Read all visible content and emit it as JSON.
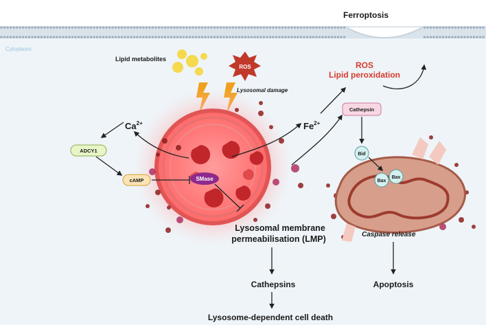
{
  "labels": {
    "ferroptosis": "Ferroptosis",
    "cytoplasm": "Cytoplasm",
    "lipid_metabolites": "Lipid metabolites",
    "ros_burst": "ROS",
    "lysosomal_damage": "Lysosomal damage",
    "ros_heading": "ROS",
    "lipid_peroxidation": "Lipid peroxidation",
    "fe": "Fe",
    "fe_sup": "2+",
    "ca": "Ca",
    "ca_sup": "2+",
    "adcy1": "ADCY1",
    "camp": "cAMP",
    "smase": "SMase",
    "cathepsin_box": "Cathepsin",
    "bid": "Bid",
    "bax_left": "Bax",
    "bax_right": "Bax",
    "lmp_line1": "Lysosomal membrane",
    "lmp_line2": "permeabilisation (LMP)",
    "caspase_release": "Caspase release",
    "cathepsins": "Cathepsins",
    "apoptosis": "Apoptosis",
    "lysosome_death": "Lysosome-dependent cell death"
  },
  "colors": {
    "membrane": "#c7d3dd",
    "cytoplasm": "#eef4f8",
    "lysosome_ring": "#d9534f",
    "lysosome_glow": "#ff8a8a",
    "ros_text": "#d63a2c",
    "lipid_droplet": "#f5d94e",
    "lightning": "#f0a020",
    "smase": "#8e2a8e",
    "adcy1_fill": "#e8f5c8",
    "camp_fill": "#fbe3b3",
    "cathepsin_fill": "#f8d7e3",
    "bid_bax_fill": "#d5f0ef",
    "mito_outer": "#c98b7a",
    "mito_inner": "#9c3b2e"
  }
}
